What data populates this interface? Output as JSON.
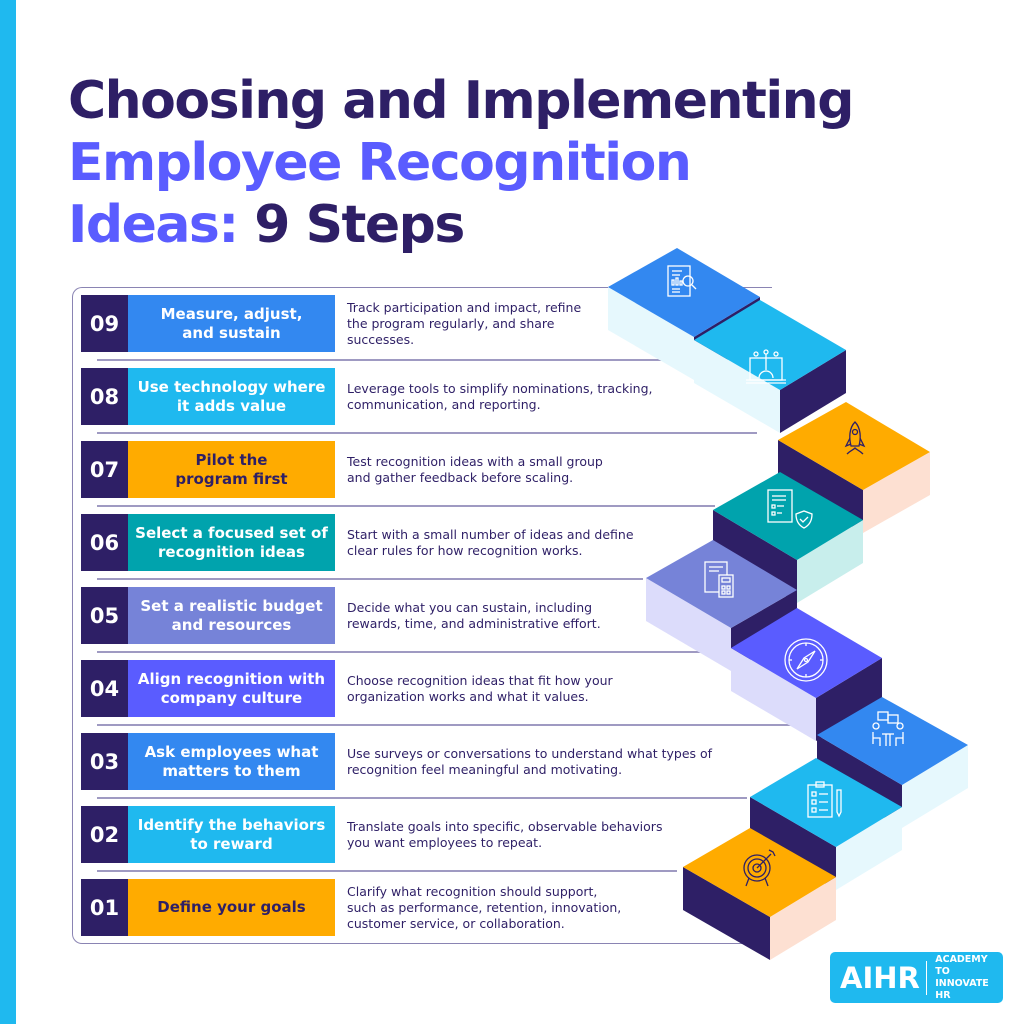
{
  "title": {
    "line1": "Choosing and Implementing",
    "line2": "Employee Recognition",
    "line3_part1": "Ideas:",
    "line3_part2": " 9 Steps"
  },
  "colors": {
    "dark": "#2e1f66",
    "purple": "#5a5cff",
    "blue": "#3388f0",
    "cyan": "#1fb9ef",
    "orange": "#ffab00",
    "teal": "#00a3ad",
    "lavender": "#7683d8",
    "violet": "#5a5cff"
  },
  "steps": [
    {
      "number": "09",
      "label": "Measure, adjust, and sustain",
      "label_lines": [
        "Measure, adjust,",
        "and sustain"
      ],
      "description_lines": [
        "Track participation and impact, refine",
        "the program regularly, and share",
        "successes."
      ],
      "color": "#3388f0",
      "icon": "report-analysis-icon"
    },
    {
      "number": "08",
      "label": "Use technology where it adds value",
      "label_lines": [
        "Use technology where",
        "it adds value"
      ],
      "description_lines": [
        "Leverage tools to simplify nominations, tracking,",
        "communication, and reporting."
      ],
      "color": "#1fb9ef",
      "icon": "laptop-network-icon"
    },
    {
      "number": "07",
      "label": "Pilot the program first",
      "label_lines": [
        "Pilot the",
        "program first"
      ],
      "description_lines": [
        "Test recognition ideas with a small group",
        "and gather feedback before scaling."
      ],
      "color": "#ffab00",
      "icon": "rocket-icon"
    },
    {
      "number": "06",
      "label": "Select a focused set of recognition ideas",
      "label_lines": [
        "Select a focused set of",
        "recognition ideas"
      ],
      "description_lines": [
        "Start with a small number of ideas and define",
        "clear rules for how recognition works."
      ],
      "color": "#00a3ad",
      "icon": "document-shield-icon"
    },
    {
      "number": "05",
      "label": "Set a realistic budget and resources",
      "label_lines": [
        "Set a realistic budget",
        "and resources"
      ],
      "description_lines": [
        "Decide what you can sustain, including",
        "rewards, time, and administrative effort."
      ],
      "color": "#7683d8",
      "icon": "budget-calculator-icon"
    },
    {
      "number": "04",
      "label": "Align recognition with company culture",
      "label_lines": [
        "Align recognition with",
        "company culture"
      ],
      "description_lines": [
        "Choose recognition ideas that fit how your",
        "organization works and what it values."
      ],
      "color": "#5a5cff",
      "icon": "compass-icon"
    },
    {
      "number": "03",
      "label": "Ask employees what matters to them",
      "label_lines": [
        "Ask employees what",
        "matters to them"
      ],
      "description_lines": [
        "Use surveys or conversations to understand what types of",
        "recognition feel meaningful and motivating."
      ],
      "color": "#3388f0",
      "icon": "conversation-meeting-icon"
    },
    {
      "number": "02",
      "label": "Identify the behaviors to reward",
      "label_lines": [
        "Identify the behaviors",
        "to reward"
      ],
      "description_lines": [
        "Translate goals into specific, observable behaviors",
        "you want employees to repeat."
      ],
      "color": "#1fb9ef",
      "icon": "checklist-clipboard-icon"
    },
    {
      "number": "01",
      "label": "Define your goals",
      "label_lines": [
        "Define your goals"
      ],
      "description_lines": [
        "Clarify what recognition should support,",
        "such as performance, retention, innovation,",
        "customer service, or collaboration."
      ],
      "color": "#ffab00",
      "icon": "target-arrow-icon"
    }
  ],
  "logo": {
    "mark": "AIHR",
    "tagline_line1": "ACADEMY TO",
    "tagline_line2": "INNOVATE HR"
  }
}
